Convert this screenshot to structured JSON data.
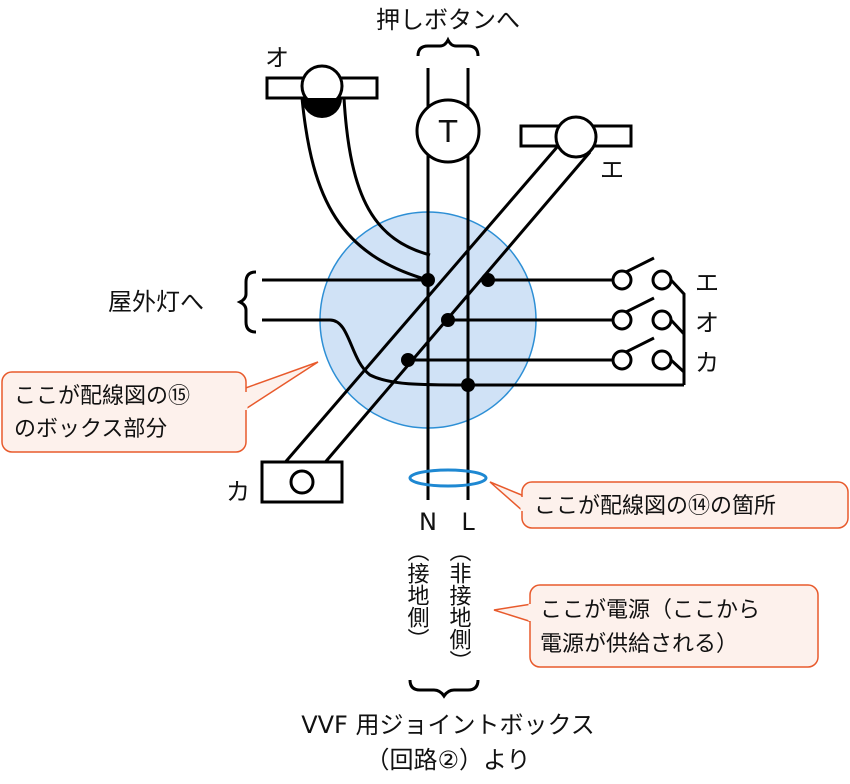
{
  "top_label": "押しボタンへ",
  "switch_letter_T": "T",
  "label_o_light": "オ",
  "label_e_light": "エ",
  "label_ka_light": "カ",
  "switch_labels": [
    "エ",
    "オ",
    "カ"
  ],
  "outdoor_light_label": "屋外灯へ",
  "n_label": "N",
  "l_label": "L",
  "n_side_text": "（接地側）",
  "l_side_text": "（非接地側）",
  "bottom_line1": "VVF 用ジョイントボックス",
  "bottom_line2": "（回路②）より",
  "callouts": {
    "box_part_line1": "ここが配線図の⑮",
    "box_part_line2": "のボックス部分",
    "point14": "ここが配線図の⑭の箇所",
    "power_line1": "ここが電源（ここから",
    "power_line2": "電源が供給される）"
  },
  "colors": {
    "box_fill": "#d0e2f6",
    "box_stroke": "#2d8fd5",
    "callout_fill": "#fdf1ec",
    "callout_stroke": "#e85a2c",
    "ring": "#1e88d2"
  }
}
